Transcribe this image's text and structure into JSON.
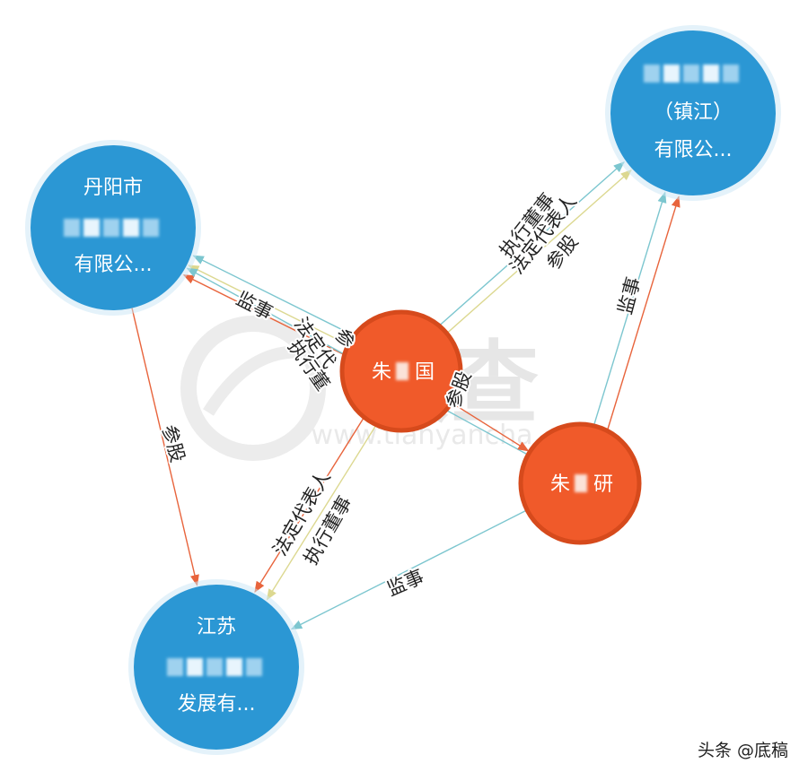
{
  "colors": {
    "company_node": "#2b97d4",
    "company_halo": "#c9e5f5",
    "person_node": "#f05a2a",
    "person_ring": "#d64a1c",
    "edge_red": "#e8643c",
    "edge_teal": "#7cc6cf",
    "edge_yellow": "#dcd890",
    "blur": "#9fd2ef"
  },
  "watermark": {
    "brand": "眼查",
    "url": "www.tianyancha"
  },
  "nodes": [
    {
      "id": "c_danyang",
      "type": "company",
      "lines": [
        "丹阳市",
        "",
        "有限公..."
      ],
      "blur_line": 1
    },
    {
      "id": "c_zhenjiang",
      "type": "company",
      "lines": [
        "",
        "（镇江）",
        "有限公..."
      ],
      "blur_line": 0
    },
    {
      "id": "c_jiangsu",
      "type": "company",
      "lines": [
        "江苏",
        "",
        "发展有..."
      ],
      "blur_line": 1
    },
    {
      "id": "p_guo",
      "type": "person",
      "lines": [
        "朱",
        "国"
      ]
    },
    {
      "id": "p_yan",
      "type": "person",
      "lines": [
        "朱",
        "研"
      ]
    }
  ],
  "edges": [
    {
      "from": "p_guo",
      "to": "c_danyang",
      "color": "red",
      "label": "参"
    },
    {
      "from": "p_guo",
      "to": "c_danyang",
      "color": "yellow",
      "label": "法定代"
    },
    {
      "from": "p_guo",
      "to": "c_danyang",
      "color": "teal",
      "label": "执行董"
    },
    {
      "from": "p_yan",
      "to": "c_danyang",
      "color": "teal",
      "label": "监事"
    },
    {
      "from": "p_guo",
      "to": "c_zhenjiang",
      "color": "teal",
      "label": "执行董事"
    },
    {
      "from": "p_guo",
      "to": "c_zhenjiang",
      "color": "yellow",
      "label": "法定代表人"
    },
    {
      "from": "p_yan",
      "to": "c_zhenjiang",
      "color": "red",
      "label": "参股"
    },
    {
      "from": "p_yan",
      "to": "c_zhenjiang",
      "color": "teal",
      "label": "监事"
    },
    {
      "from": "c_danyang",
      "to": "c_jiangsu",
      "color": "red",
      "label": "参股"
    },
    {
      "from": "p_guo",
      "to": "c_jiangsu",
      "color": "yellow",
      "label": "法定代表人"
    },
    {
      "from": "p_guo",
      "to": "c_jiangsu",
      "color": "red",
      "label": "执行董事"
    },
    {
      "from": "p_yan",
      "to": "c_jiangsu",
      "color": "teal",
      "label": "监事"
    },
    {
      "from": "p_guo",
      "to": "p_yan",
      "color": "red",
      "label": "参股"
    }
  ],
  "footer": {
    "credit": "头条 @底稿"
  }
}
